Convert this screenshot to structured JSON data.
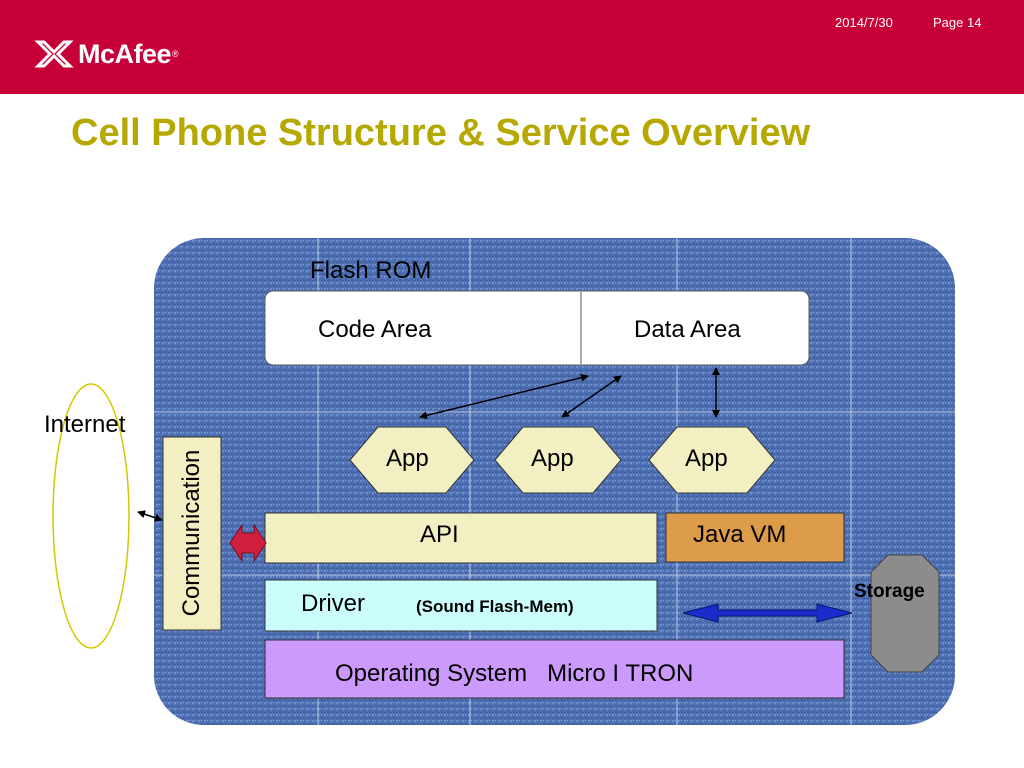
{
  "header": {
    "brand": "McAfee",
    "brand_mark": "®",
    "date": "2014/7/30",
    "page": "Page 14",
    "background": "#c8003a"
  },
  "title": "Cell Phone Structure & Service Overview",
  "title_color": "#b5a800",
  "diagram": {
    "flash_rom": "Flash ROM",
    "code_area": "Code Area",
    "data_area": "Data Area",
    "apps": [
      "App",
      "App",
      "App"
    ],
    "api": "API",
    "java_vm": "Java VM",
    "driver": "Driver",
    "driver_detail": "(Sound Flash-Mem)",
    "os": "Operating System   Micro I TRON",
    "communication": "Communication",
    "internet": "Internet",
    "storage": "Storage",
    "colors": {
      "board": "#4f71b4",
      "app_fill": "#f2f0c2",
      "api_fill": "#f2f0c2",
      "java_fill": "#dd9c4a",
      "driver_fill": "#ccfdfd",
      "os_fill": "#cc99fc",
      "storage_fill": "#8c8c8c",
      "internet_stroke": "#d4c800",
      "comm_arrow": "#d1203e",
      "storage_arrow": "#1a2ccc"
    }
  }
}
